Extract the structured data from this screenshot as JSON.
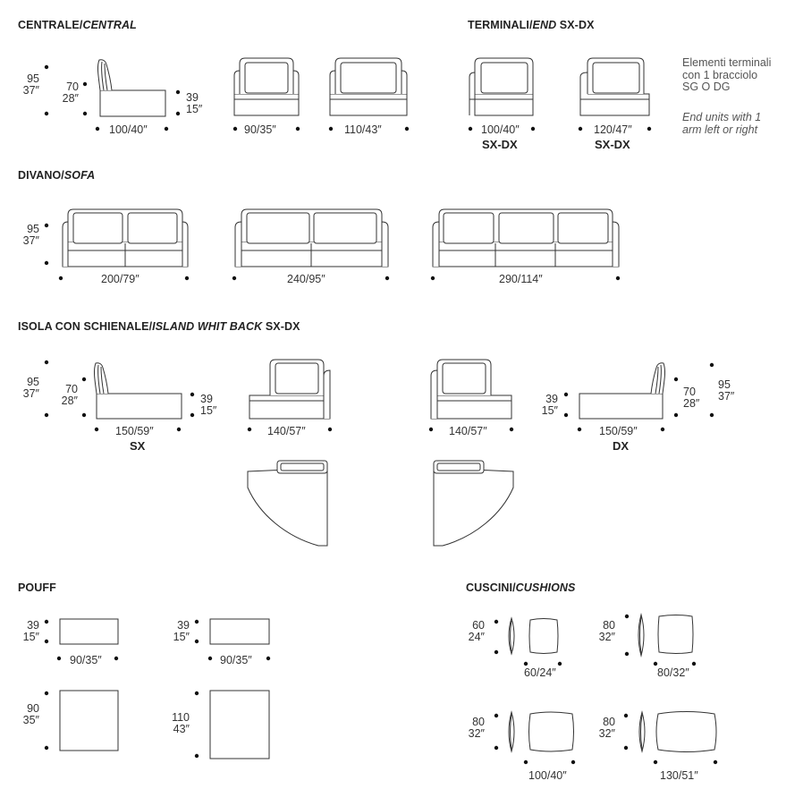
{
  "sections": {
    "central": {
      "prefix": "CENTRALE/",
      "italic": "CENTRAL",
      "suffix": ""
    },
    "end": {
      "prefix": "TERMINALI/",
      "italic": "END",
      "suffix": " SX-DX"
    },
    "sofa": {
      "prefix": "DIVANO/",
      "italic": "SOFA",
      "suffix": ""
    },
    "island": {
      "prefix": "ISOLA CON SCHIENALE/",
      "italic": "ISLAND WHIT BACK",
      "suffix": " SX-DX"
    },
    "pouff": {
      "prefix": "POUFF",
      "italic": "",
      "suffix": ""
    },
    "cushions": {
      "prefix": "CUSCINI/",
      "italic": "CUSHIONS",
      "suffix": ""
    }
  },
  "central": {
    "side_height_total": [
      "95",
      "37″"
    ],
    "side_height_seat": [
      "70",
      "28″"
    ],
    "side_height_arm": [
      "39",
      "15″"
    ],
    "side_depth": "100/40″",
    "front_width_1": "90/35″",
    "front_width_2": "110/43″"
  },
  "end": {
    "width_1": "100/40″",
    "width_2": "120/47″",
    "label_1": "SX-DX",
    "label_2": "SX-DX",
    "note_it_1": "Elementi  terminali",
    "note_it_2": "con 1 bracciolo",
    "note_it_3": "SG O DG",
    "note_en_1": "End units with 1",
    "note_en_2": "arm left or right"
  },
  "sofa": {
    "height": [
      "95",
      "37″"
    ],
    "width_1": "200/79″",
    "width_2": "240/95″",
    "width_3": "290/114″"
  },
  "island": {
    "left_total": [
      "95",
      "37″"
    ],
    "left_seat": [
      "70",
      "28″"
    ],
    "left_arm": [
      "39",
      "15″"
    ],
    "left_depth": "150/59″",
    "left_label": "SX",
    "front_width_1": "140/57″",
    "front_width_2": "140/57″",
    "right_arm": [
      "39",
      "15″"
    ],
    "right_seat": [
      "70",
      "28″"
    ],
    "right_total": [
      "95",
      "37″"
    ],
    "right_depth": "150/59″",
    "right_label": "DX"
  },
  "pouff": {
    "p1_height": [
      "39",
      "15″"
    ],
    "p1_width": "90/35″",
    "p2_height": [
      "39",
      "15″"
    ],
    "p2_width": "90/35″",
    "p3_depth": [
      "90",
      "35″"
    ],
    "p4_depth": [
      "110",
      "43″"
    ]
  },
  "cushions": {
    "c1_h": [
      "60",
      "24″"
    ],
    "c1_w": "60/24″",
    "c2_h": [
      "80",
      "32″"
    ],
    "c2_w": "80/32″",
    "c3_h": [
      "80",
      "32″"
    ],
    "c3_w": "100/40″",
    "c4_h": [
      "80",
      "32″"
    ],
    "c4_w": "130/51″"
  }
}
